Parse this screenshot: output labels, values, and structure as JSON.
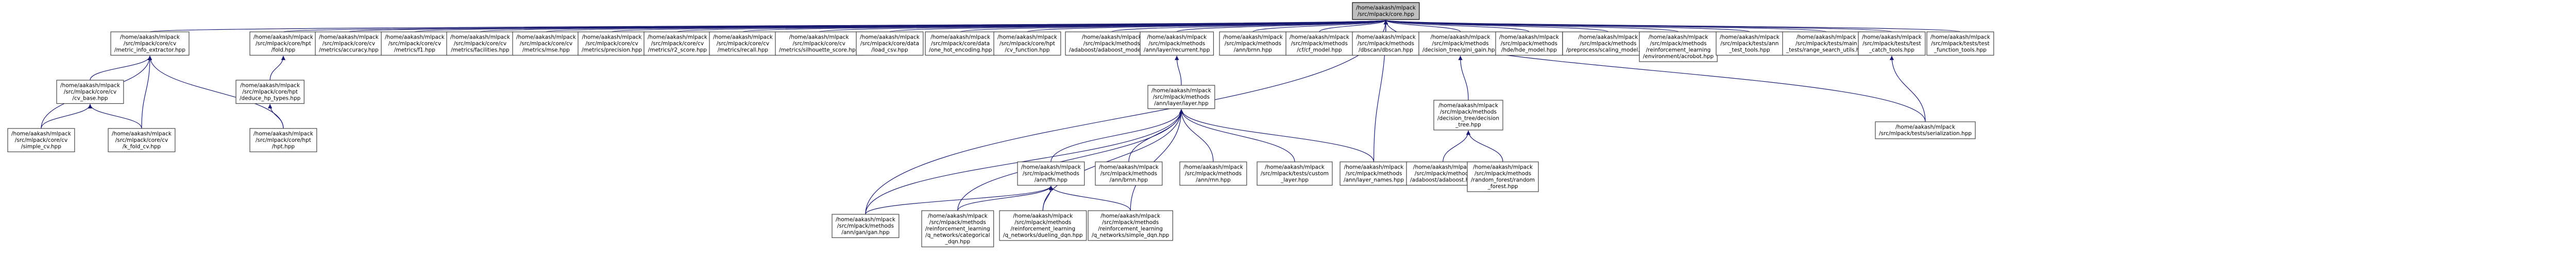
{
  "graph": {
    "edge_color": "#191970",
    "root_fill": "#bfbfbf",
    "node_fill": "#ffffff",
    "root": {
      "id": "core",
      "lines": [
        "/home/aakash/mlpack",
        "/src/mlpack/core.hpp"
      ]
    },
    "nodes": [
      {
        "id": "mi",
        "lines": [
          "/home/aakash/mlpack",
          "/src/mlpack/core/cv",
          "/metric_info_extractor.hpp"
        ]
      },
      {
        "id": "fold",
        "lines": [
          "/home/aakash/mlpack",
          "/src/mlpack/core/hpt",
          "/fold.hpp"
        ]
      },
      {
        "id": "acc",
        "lines": [
          "/home/aakash/mlpack",
          "/src/mlpack/core/cv",
          "/metrics/accuracy.hpp"
        ]
      },
      {
        "id": "f1",
        "lines": [
          "/home/aakash/mlpack",
          "/src/mlpack/core/cv",
          "/metrics/f1.hpp"
        ]
      },
      {
        "id": "facil",
        "lines": [
          "/home/aakash/mlpack",
          "/src/mlpack/core/cv",
          "/metrics/facilities.hpp"
        ]
      },
      {
        "id": "mse",
        "lines": [
          "/home/aakash/mlpack",
          "/src/mlpack/core/cv",
          "/metrics/mse.hpp"
        ]
      },
      {
        "id": "prec",
        "lines": [
          "/home/aakash/mlpack",
          "/src/mlpack/core/cv",
          "/metrics/precision.hpp"
        ]
      },
      {
        "id": "r2",
        "lines": [
          "/home/aakash/mlpack",
          "/src/mlpack/core/cv",
          "/metrics/r2_score.hpp"
        ]
      },
      {
        "id": "recall",
        "lines": [
          "/home/aakash/mlpack",
          "/src/mlpack/core/cv",
          "/metrics/recall.hpp"
        ]
      },
      {
        "id": "sil",
        "lines": [
          "/home/aakash/mlpack",
          "/src/mlpack/core/cv",
          "/metrics/silhouette_score.hpp"
        ]
      },
      {
        "id": "loadcsv",
        "lines": [
          "/home/aakash/mlpack",
          "/src/mlpack/core/data",
          "/load_csv.hpp"
        ]
      },
      {
        "id": "onehot",
        "lines": [
          "/home/aakash/mlpack",
          "/src/mlpack/core/data",
          "/one_hot_encoding.hpp"
        ]
      },
      {
        "id": "cvfn",
        "lines": [
          "/home/aakash/mlpack",
          "/src/mlpack/core/hpt",
          "/cv_function.hpp"
        ]
      },
      {
        "id": "ada",
        "lines": [
          "/home/aakash/mlpack",
          "/src/mlpack/methods",
          "/adaboost/adaboost_model.hpp"
        ]
      },
      {
        "id": "annlr",
        "lines": [
          "/home/aakash/mlpack",
          "/src/mlpack/methods",
          "/ann/layer/recurrent.hpp"
        ]
      },
      {
        "id": "annbn",
        "lines": [
          "/home/aakash/mlpack",
          "/src/mlpack/methods",
          "/ann/brnn.hpp"
        ]
      },
      {
        "id": "c45",
        "lines": [
          "/home/aakash/mlpack",
          "/src/mlpack/methods",
          "/cf/cf_model.hpp"
        ]
      },
      {
        "id": "dbscan",
        "lines": [
          "/home/aakash/mlpack",
          "/src/mlpack/methods",
          "/dbscan/dbscan.hpp"
        ]
      },
      {
        "id": "dtig",
        "lines": [
          "/home/aakash/mlpack",
          "/src/mlpack/methods",
          "/decision_tree/gini_gain.hpp"
        ]
      },
      {
        "id": "hmm",
        "lines": [
          "/home/aakash/mlpack",
          "/src/mlpack/methods",
          "/hde/hde_model.hpp"
        ]
      },
      {
        "id": "prep",
        "lines": [
          "/home/aakash/mlpack",
          "/src/mlpack/methods",
          "/preprocess/scaling_model.hpp"
        ]
      },
      {
        "id": "rlenv",
        "lines": [
          "/home/aakash/mlpack",
          "/src/mlpack/methods",
          "/reinforcement_learning",
          "/environment/acrobot.hpp"
        ]
      },
      {
        "id": "anntest",
        "lines": [
          "/home/aakash/mlpack",
          "/src/mlpack/tests/ann",
          "_test_tools.hpp"
        ]
      },
      {
        "id": "mainrs",
        "lines": [
          "/home/aakash/mlpack",
          "/src/mlpack/tests/main",
          "_tests/range_search_utils.hpp"
        ]
      },
      {
        "id": "testcatch",
        "lines": [
          "/home/aakash/mlpack",
          "/src/mlpack/tests/test",
          "_catch_tools.hpp"
        ]
      },
      {
        "id": "testfn",
        "lines": [
          "/home/aakash/mlpack",
          "/src/mlpack/tests/test",
          "_function_tools.hpp"
        ]
      },
      {
        "id": "cvbase",
        "lines": [
          "/home/aakash/mlpack",
          "/src/mlpack/core/cv",
          "/cv_base.hpp"
        ]
      },
      {
        "id": "dtlr",
        "lines": [
          "/home/aakash/mlpack",
          "/src/mlpack/core/hpt",
          "/deduce_hp_types.hpp"
        ]
      },
      {
        "id": "annll",
        "lines": [
          "/home/aakash/mlpack",
          "/src/mlpack/methods",
          "/ann/layer/layer.hpp"
        ]
      },
      {
        "id": "dtree",
        "lines": [
          "/home/aakash/mlpack",
          "/src/mlpack/methods",
          "/decision_tree/decision",
          "_tree.hpp"
        ]
      },
      {
        "id": "serial",
        "lines": [
          "/home/aakash/mlpack",
          "/src/mlpack/tests/serialization.hpp"
        ]
      },
      {
        "id": "simplecv",
        "lines": [
          "/home/aakash/mlpack",
          "/src/mlpack/core/cv",
          "/simple_cv.hpp"
        ]
      },
      {
        "id": "kfold",
        "lines": [
          "/home/aakash/mlpack",
          "/src/mlpack/core/cv",
          "/k_fold_cv.hpp"
        ]
      },
      {
        "id": "hpt",
        "lines": [
          "/home/aakash/mlpack",
          "/src/mlpack/core/hpt",
          "/hpt.hpp"
        ]
      },
      {
        "id": "annffn",
        "lines": [
          "/home/aakash/mlpack",
          "/src/mlpack/methods",
          "/ann/ffn.hpp"
        ]
      },
      {
        "id": "annrnn",
        "lines": [
          "/home/aakash/mlpack",
          "/src/mlpack/methods",
          "/ann/brnn.hpp"
        ]
      },
      {
        "id": "annrnn2",
        "lines": [
          "/home/aakash/mlpack",
          "/src/mlpack/methods",
          "/ann/rnn.hpp"
        ]
      },
      {
        "id": "custom",
        "lines": [
          "/home/aakash/mlpack",
          "/src/mlpack/tests/custom",
          "_layer.hpp"
        ]
      },
      {
        "id": "layernames",
        "lines": [
          "/home/aakash/mlpack",
          "/src/mlpack/methods",
          "/ann/layer_names.hpp"
        ]
      },
      {
        "id": "adaboost",
        "lines": [
          "/home/aakash/mlpack",
          "/src/mlpack/methods",
          "/adaboost/adaboost.hpp"
        ]
      },
      {
        "id": "rf",
        "lines": [
          "/home/aakash/mlpack",
          "/src/mlpack/methods",
          "/random_forest/random",
          "_forest.hpp"
        ]
      },
      {
        "id": "gan",
        "lines": [
          "/home/aakash/mlpack",
          "/src/mlpack/methods",
          "/ann/gan/gan.hpp"
        ]
      },
      {
        "id": "rlcat",
        "lines": [
          "/home/aakash/mlpack",
          "/src/mlpack/methods",
          "/reinforcement_learning",
          "/q_networks/categorical",
          "_dqn.hpp"
        ]
      },
      {
        "id": "rldueling",
        "lines": [
          "/home/aakash/mlpack",
          "/src/mlpack/methods",
          "/reinforcement_learning",
          "/q_networks/dueling_dqn.hpp"
        ]
      },
      {
        "id": "rlsimple",
        "lines": [
          "/home/aakash/mlpack",
          "/src/mlpack/methods",
          "/reinforcement_learning",
          "/q_networks/simple_dqn.hpp"
        ]
      }
    ],
    "edges": [
      [
        "mi",
        "core"
      ],
      [
        "fold",
        "core"
      ],
      [
        "acc",
        "core"
      ],
      [
        "f1",
        "core"
      ],
      [
        "facil",
        "core"
      ],
      [
        "mse",
        "core"
      ],
      [
        "prec",
        "core"
      ],
      [
        "r2",
        "core"
      ],
      [
        "recall",
        "core"
      ],
      [
        "sil",
        "core"
      ],
      [
        "loadcsv",
        "core"
      ],
      [
        "onehot",
        "core"
      ],
      [
        "cvfn",
        "core"
      ],
      [
        "ada",
        "core"
      ],
      [
        "annlr",
        "core"
      ],
      [
        "annbn",
        "core"
      ],
      [
        "c45",
        "core"
      ],
      [
        "dbscan",
        "core"
      ],
      [
        "dtig",
        "core"
      ],
      [
        "hmm",
        "core"
      ],
      [
        "prep",
        "core"
      ],
      [
        "rlenv",
        "core"
      ],
      [
        "anntest",
        "core"
      ],
      [
        "mainrs",
        "core"
      ],
      [
        "testcatch",
        "core"
      ],
      [
        "testfn",
        "core"
      ],
      [
        "gan",
        "core"
      ],
      [
        "layernames",
        "core"
      ],
      [
        "serial",
        "core"
      ],
      [
        "cvbase",
        "mi"
      ],
      [
        "simplecv",
        "mi"
      ],
      [
        "kfold",
        "mi"
      ],
      [
        "hpt",
        "mi"
      ],
      [
        "simplecv",
        "cvbase"
      ],
      [
        "kfold",
        "cvbase"
      ],
      [
        "dtlr",
        "fold"
      ],
      [
        "hpt",
        "dtlr"
      ],
      [
        "annll",
        "annlr"
      ],
      [
        "annffn",
        "annll"
      ],
      [
        "annrnn",
        "annll"
      ],
      [
        "annrnn2",
        "annll"
      ],
      [
        "custom",
        "annll"
      ],
      [
        "layernames",
        "annll"
      ],
      [
        "gan",
        "annll"
      ],
      [
        "rlcat",
        "annll"
      ],
      [
        "rldueling",
        "annll"
      ],
      [
        "rlsimple",
        "annll"
      ],
      [
        "gan",
        "annffn"
      ],
      [
        "rlcat",
        "annffn"
      ],
      [
        "rldueling",
        "annffn"
      ],
      [
        "rlsimple",
        "annffn"
      ],
      [
        "dtree",
        "dtig"
      ],
      [
        "adaboost",
        "dtree"
      ],
      [
        "rf",
        "dtree"
      ],
      [
        "serial",
        "testcatch"
      ]
    ]
  }
}
